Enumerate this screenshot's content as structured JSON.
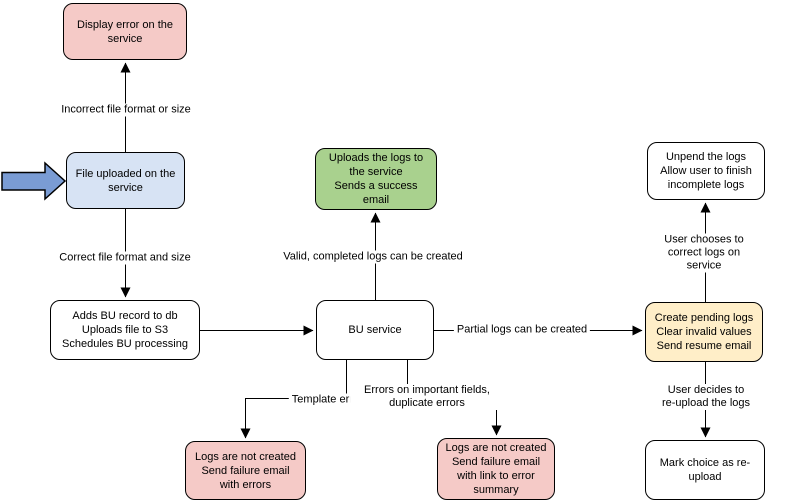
{
  "colors": {
    "background": "#ffffff",
    "stroke": "#000000",
    "node_pink": "#f5cac7",
    "node_blue": "#d7e3f4",
    "node_green": "#a9d18e",
    "node_yellow": "#ffeec8",
    "node_white": "#ffffff",
    "input_arrow_fill": "#7a9cd4"
  },
  "nodes": {
    "display_error": {
      "label": "Display error on the\nservice"
    },
    "file_uploaded": {
      "label": "File uploaded on the\nservice"
    },
    "adds_bu_record": {
      "label": "Adds BU record to db\nUploads file to S3\nSchedules BU processing"
    },
    "bu_service": {
      "label": "BU service"
    },
    "uploads_logs": {
      "label": "Uploads the logs to\nthe service\nSends a success\nemail"
    },
    "create_pending": {
      "label": "Create pending logs\nClear invalid values\nSend resume email"
    },
    "unpend_logs": {
      "label": "Unpend the logs\nAllow user to finish\nincomplete logs"
    },
    "mark_reupload": {
      "label": "Mark choice as re-\nupload"
    },
    "logs_not_created_errors": {
      "label": "Logs are not created\nSend failure email\nwith errors"
    },
    "logs_not_created_summary": {
      "label": "Logs are not created\nSend failure email\nwith link to error\nsummary"
    }
  },
  "edge_labels": {
    "incorrect_file": "Incorrect file format or size",
    "correct_file": "Correct file format and size",
    "valid_completed": "Valid, completed logs can be created",
    "partial_logs": "Partial logs can be created",
    "user_corrects": "User chooses to correct logs on service",
    "user_reuploads": "User decides to re-upload the logs",
    "template_errors": "Template errors",
    "important_field_errors": "Errors on important fields,\nduplicate errors"
  }
}
